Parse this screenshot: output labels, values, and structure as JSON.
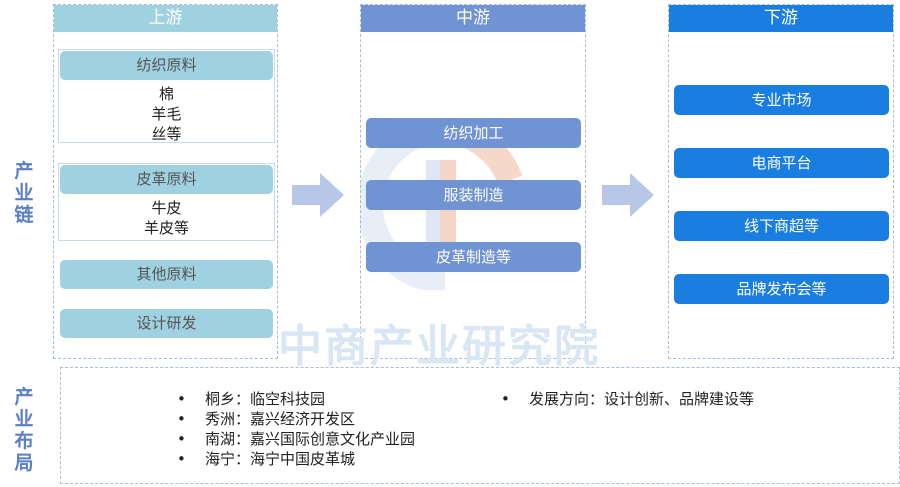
{
  "side_labels": {
    "chain": "产业链",
    "layout": "产业布局"
  },
  "watermark": "中商产业研究院",
  "upstream": {
    "title": "上游",
    "groups": [
      {
        "label": "纺织原料",
        "items": [
          "棉",
          "羊毛",
          "丝等"
        ]
      },
      {
        "label": "皮革原料",
        "items": [
          "牛皮",
          "羊皮等"
        ]
      },
      {
        "label": "其他原料"
      },
      {
        "label": "设计研发"
      }
    ]
  },
  "midstream": {
    "title": "中游",
    "items": [
      "纺织加工",
      "服装制造",
      "皮革制造等"
    ]
  },
  "downstream": {
    "title": "下游",
    "items": [
      "专业市场",
      "电商平台",
      "线下商超等",
      " 品牌发布会等"
    ]
  },
  "layout": {
    "left": [
      "桐乡：临空科技园",
      "秀洲：嘉兴经济开发区",
      "南湖：嘉兴国际创意文化产业园",
      "海宁：海宁中国皮革城"
    ],
    "right": [
      "发展方向：设计创新、品牌建设等"
    ]
  },
  "colors": {
    "up_head": "#9fd1e0",
    "mid_head": "#6f93d3",
    "down_head": "#1a7ee0",
    "arrow": "#b7c7e8",
    "label": "#5b7fc4"
  }
}
